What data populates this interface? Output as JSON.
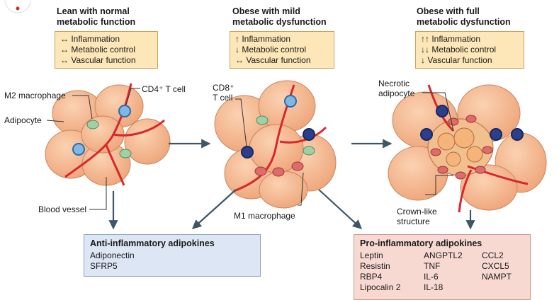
{
  "stages": [
    {
      "title": "Lean with normal\nmetabolic function",
      "status": [
        "↔ Inflammation",
        "↔ Metabolic control",
        "↔ Vascular function"
      ]
    },
    {
      "title": "Obese with mild\nmetabolic dysfunction",
      "status": [
        "↑ Inflammation",
        "↓ Metabolic control",
        "↔ Vascular function"
      ]
    },
    {
      "title": "Obese with full\nmetabolic dysfunction",
      "status": [
        "↑↑ Inflammation",
        "↓↓ Metabolic control",
        "↓ Vascular function"
      ]
    }
  ],
  "labels": {
    "m2_macrophage": "M2 macrophage",
    "cd4_t_cell": "CD4⁺ T cell",
    "adipocyte": "Adipocyte",
    "blood_vessel": "Blood vessel",
    "cd8_t_cell": "CD8⁺\nT cell",
    "m1_macrophage": "M1 macrophage",
    "necrotic_adipocyte": "Necrotic\nadipocyte",
    "crown_like_structure": "Crown-like\nstructure"
  },
  "anti_inflammatory": {
    "title": "Anti-inflammatory adipokines",
    "items": [
      "Adiponectin",
      "SFRP5"
    ]
  },
  "pro_inflammatory": {
    "title": "Pro-inflammatory adipokines",
    "items": [
      "Leptin",
      "ANGPTL2",
      "CCL2",
      "Resistin",
      "TNF",
      "CXCL5",
      "RBP4",
      "IL-6",
      "NAMPT",
      "Lipocalin 2",
      "IL-18",
      ""
    ]
  },
  "colors": {
    "status_box": "#fde7b8",
    "adipocyte": "#f6b98f",
    "vessel": "#d9262c",
    "anti_box": "#dde6f4",
    "pro_box": "#f7d9d2",
    "arrow": "#405567"
  }
}
